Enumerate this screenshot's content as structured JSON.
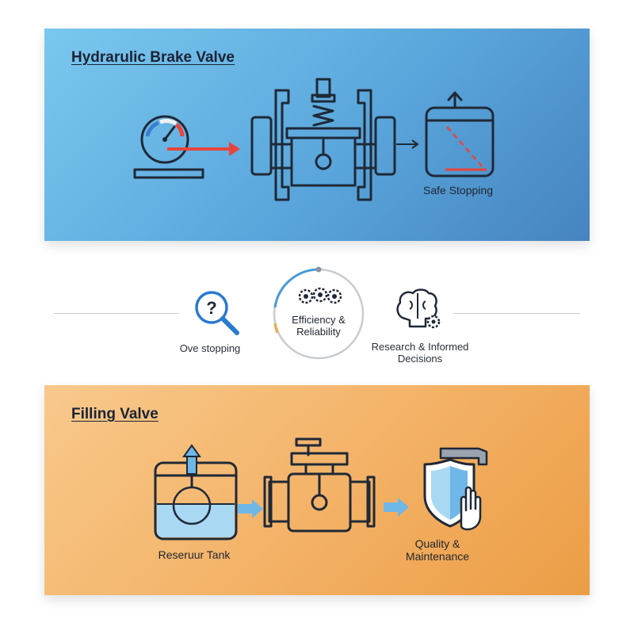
{
  "top_panel": {
    "title": "Hydrarulic Brake Valve",
    "safe_label": "Safe Stopping"
  },
  "middle": {
    "left_label": "Ove stopping",
    "center_label": "Efficiency & Reliability",
    "right_label": "Research & Informed Decisions"
  },
  "bottom_panel": {
    "title": "Filling Valve",
    "tank_label": "Reseruur Tank",
    "quality_label": "Quality & Maintenance"
  },
  "colors": {
    "top_accent": "#5aa6dc",
    "bottom_accent": "#f3b165",
    "arrow_red": "#e8453c",
    "arrow_blue": "#6fb7e6",
    "water_blue": "#a9d8f3"
  }
}
